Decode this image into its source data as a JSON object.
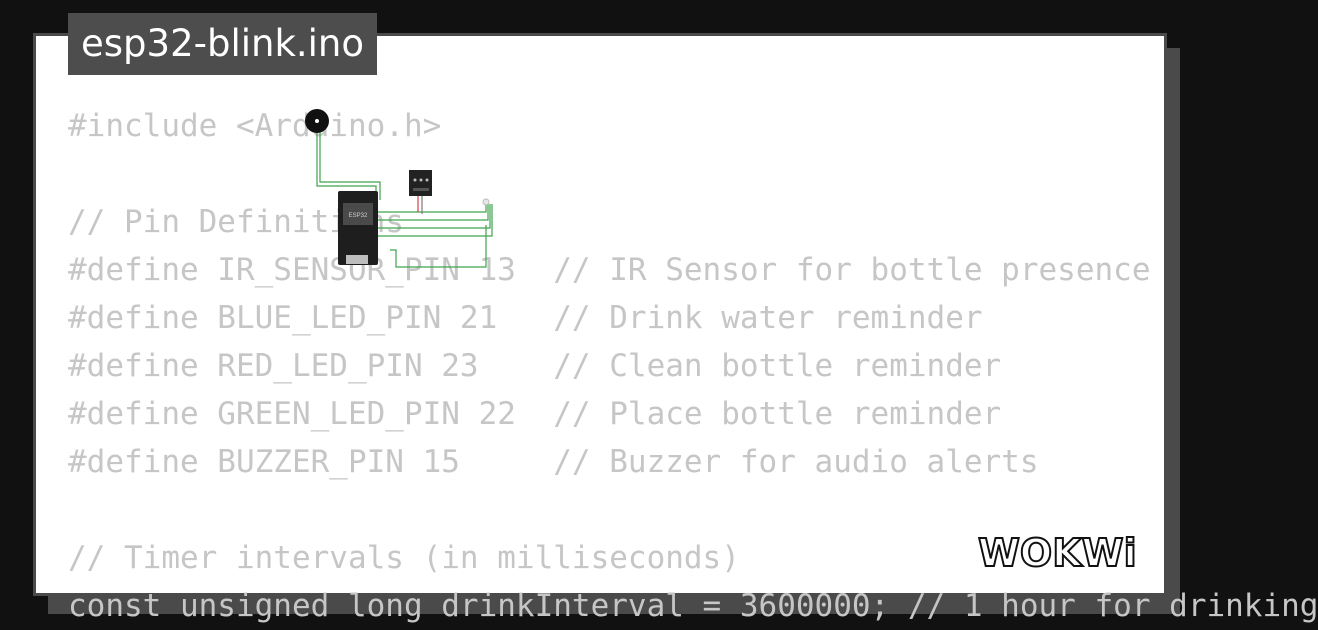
{
  "filename": "esp32-blink.ino",
  "code_lines": [
    "#include <Arduino.h>",
    "",
    "// Pin Definitions",
    "#define IR_SENSOR_PIN 13  // IR Sensor for bottle presence",
    "#define BLUE_LED_PIN 21   // Drink water reminder",
    "#define RED_LED_PIN 23    // Clean bottle reminder",
    "#define GREEN_LED_PIN 22  // Place bottle reminder",
    "#define BUZZER_PIN 15     // Buzzer for audio alerts",
    "",
    "// Timer intervals (in milliseconds)",
    "const unsigned long drinkInterval = 3600000; // 1 hour for drinking"
  ],
  "board_chip_label": "ESP32",
  "logo_text": "WOKWi",
  "colors": {
    "background": "#111111",
    "card": "#ffffff",
    "card_border": "#4a4a4a",
    "title_bg": "#4d4d4d",
    "code_text": "#c6c6c6",
    "wire_green": "#3fa34d",
    "board": "#1e1e1e"
  },
  "icons": [
    "buzzer-icon",
    "ir-sensor-icon",
    "esp32-board-icon",
    "led-icon",
    "wokwi-logo"
  ]
}
